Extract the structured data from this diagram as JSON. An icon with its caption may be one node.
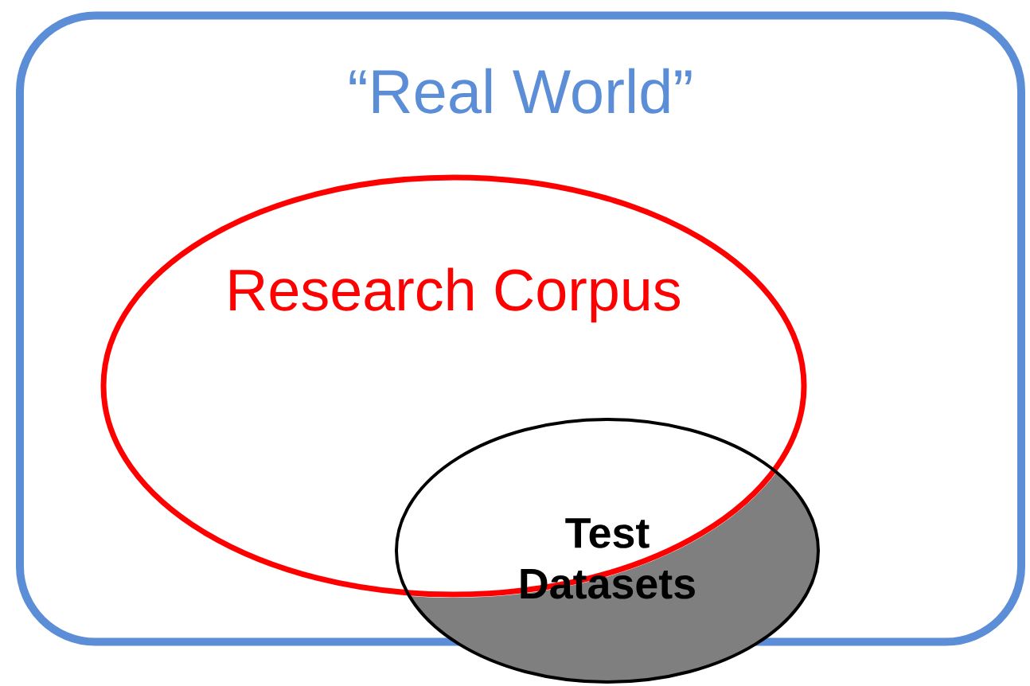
{
  "diagram": {
    "nodes": [
      {
        "text": [
          "“Real World”"
        ]
      },
      {
        "text": [
          "Research Corpus"
        ],
        "in": 0
      },
      {
        "text": [
          "Test Datasets"
        ]
      }
    ]
  }
}
